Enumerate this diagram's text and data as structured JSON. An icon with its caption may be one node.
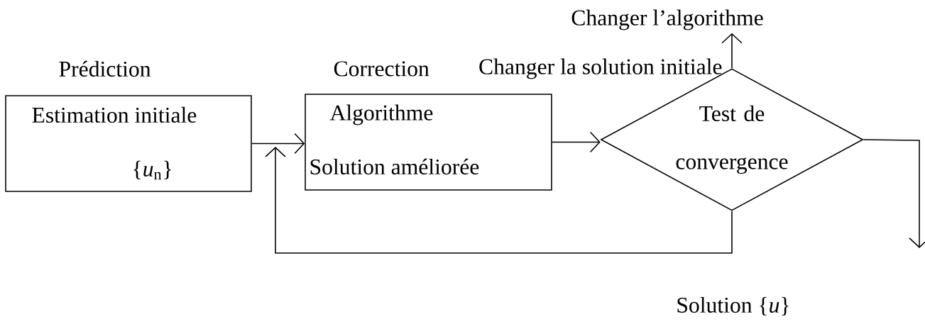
{
  "diagram": {
    "nodes": [
      {
        "text": [
          "Prédiction",
          "Estimation initiale",
          "{*u*$_{n}$}"
        ]
      },
      {
        "text": [
          "Correction",
          "Algorithme",
          "Solution améliorée"
        ]
      },
      {
        "text": [
          "Test de convergence"
        ]
      },
      {
        "text": [
          "Changer l’algorithme"
        ]
      }
    ],
    "edges": [
      {
        "from": 0,
        "to": 1,
        "arrow": "to"
      },
      {
        "from": 1,
        "to": 2,
        "arrow": "to"
      },
      {
        "from": 2,
        "to": null,
        "arrow": "to"
      },
      {
        "from": 2,
        "to": 3,
        "arrow": "to"
      },
      {
        "from": 2,
        "to": null,
        "arrow": "to"
      }
    ],
    "labels": [
      "Changer la solution initiale",
      "Solution {*u*}"
    ]
  }
}
